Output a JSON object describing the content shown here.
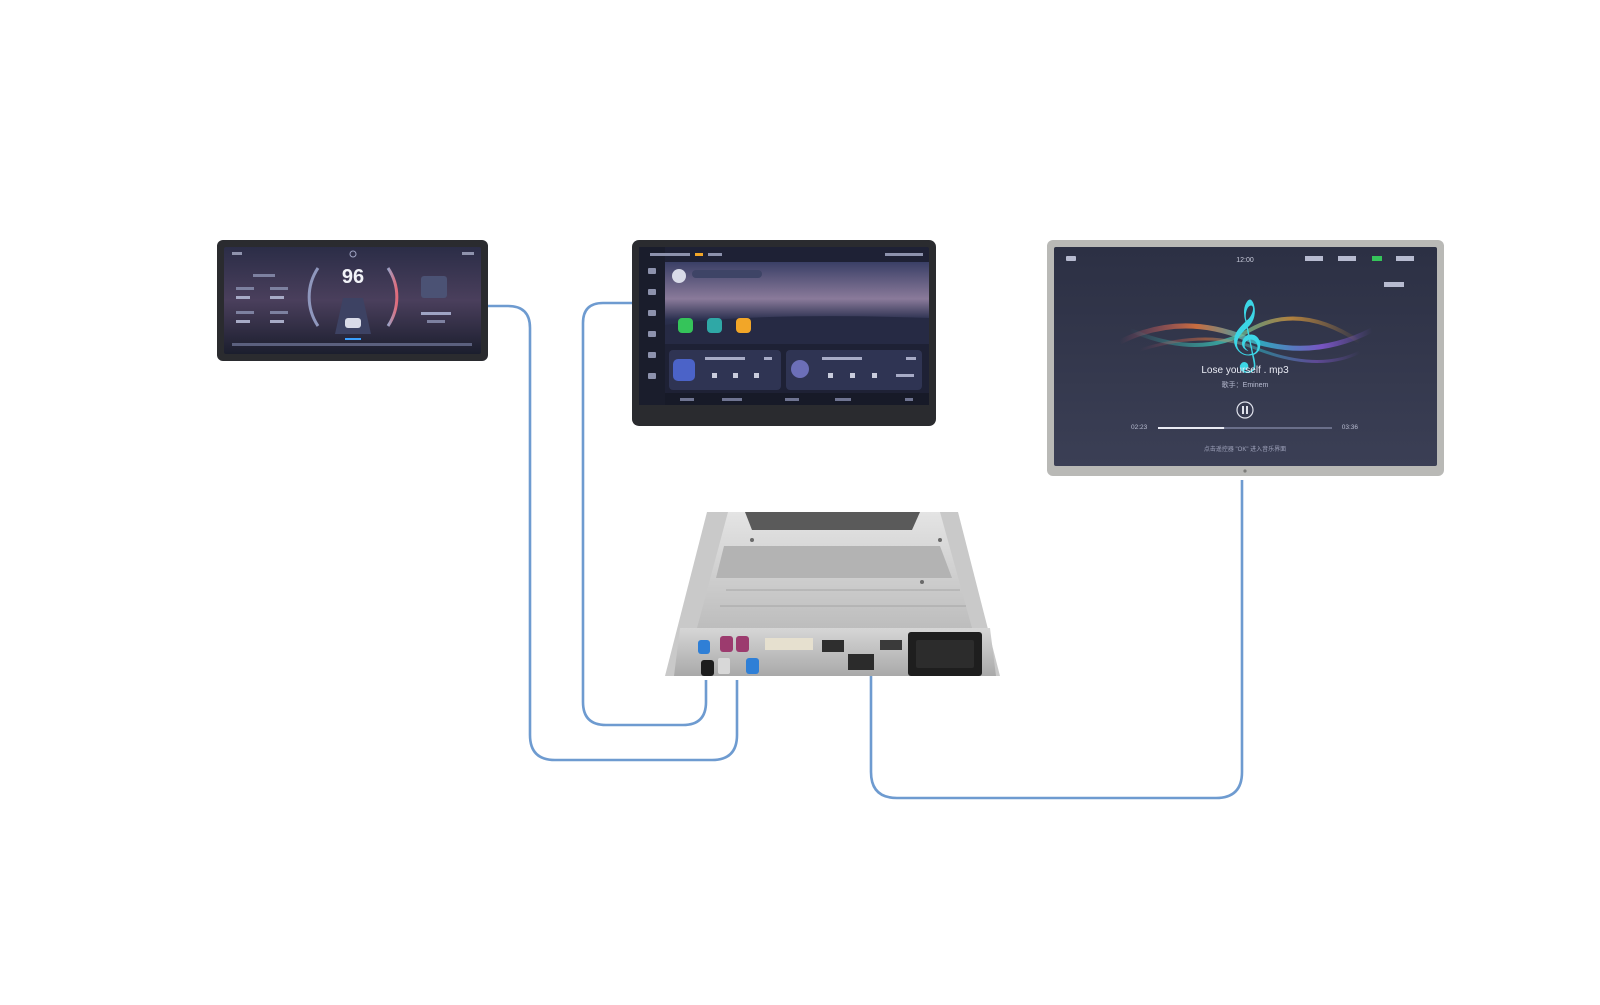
{
  "colors": {
    "cable": "#6e9bd0",
    "bezel_dark": "#2a2b2f",
    "bezel_silver": "#b9b9b6",
    "screen_bg": "#22263a",
    "accent_cyan": "#36c6e0",
    "green": "#35c45a",
    "teal": "#2fa8a6",
    "orange": "#f2a628"
  },
  "cluster": {
    "speed": "96"
  },
  "infotainment": {
    "app_icons": [
      "phone-icon",
      "message-icon",
      "music-icon"
    ]
  },
  "rear_screen": {
    "song_title": "Lose yourself . mp3",
    "artist": "歌手：Eminem",
    "elapsed": "02:23",
    "duration": "03:36",
    "progress": 0.38,
    "clock": "12:00",
    "hint": "点击遥控器 \"OK\" 进入音乐界面"
  },
  "ecu": {
    "connectors": [
      "fakra-blue",
      "fakra-pink",
      "fakra-pink",
      "fakra-black",
      "fakra-blue"
    ]
  }
}
